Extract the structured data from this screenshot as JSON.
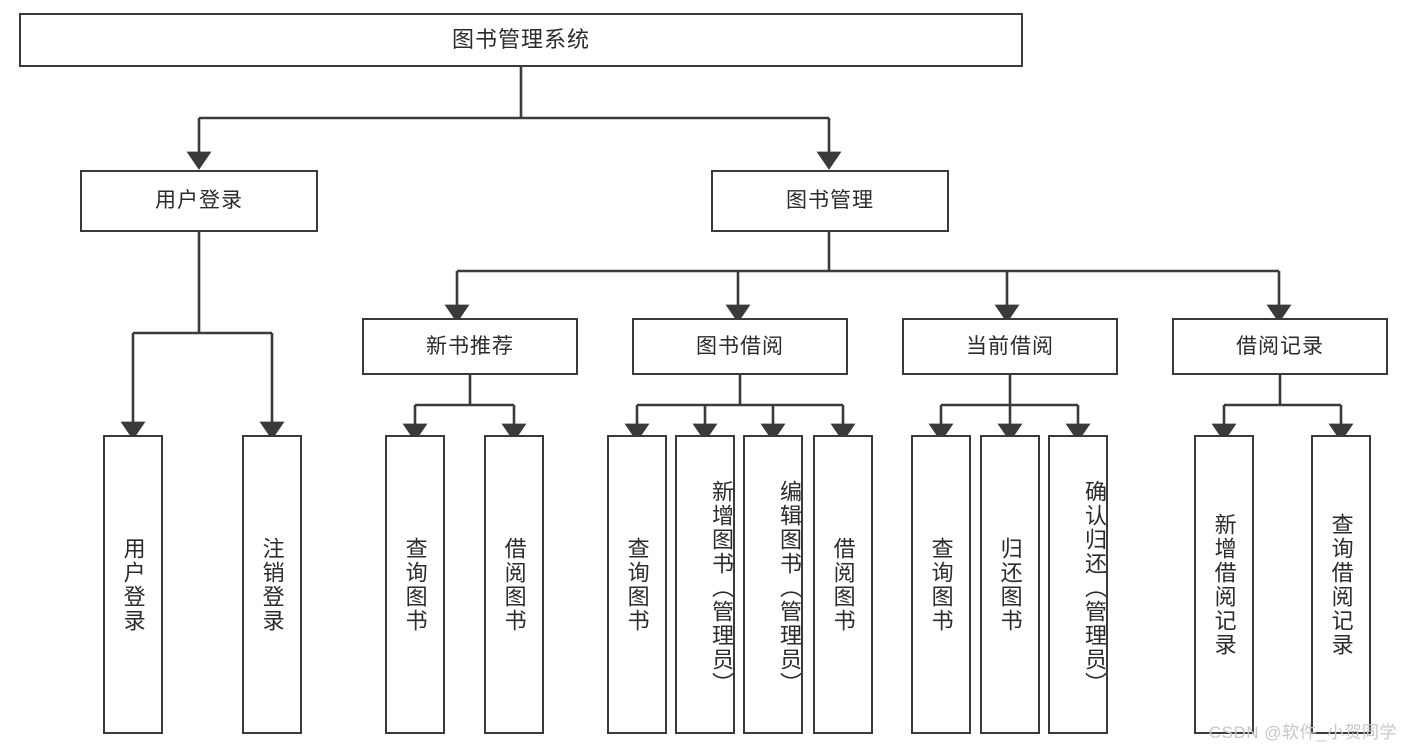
{
  "diagram": {
    "title": "图书管理系统",
    "type": "hierarchy-tree",
    "root": {
      "label": "图书管理系统"
    },
    "level2": [
      {
        "label": "用户登录"
      },
      {
        "label": "图书管理"
      }
    ],
    "level3": [
      {
        "label": "新书推荐"
      },
      {
        "label": "图书借阅"
      },
      {
        "label": "当前借阅"
      },
      {
        "label": "借阅记录"
      }
    ],
    "leaves": {
      "user_login": [
        {
          "label": "用户登录"
        },
        {
          "label": "注销登录"
        }
      ],
      "new_book_recommend": [
        {
          "label": "查询图书"
        },
        {
          "label": "借阅图书"
        }
      ],
      "book_borrow": [
        {
          "label": "查询图书"
        },
        {
          "label": "新增图书（管理员）"
        },
        {
          "label": "编辑图书（管理员）"
        },
        {
          "label": "借阅图书"
        }
      ],
      "current_borrow": [
        {
          "label": "查询图书"
        },
        {
          "label": "归还图书"
        },
        {
          "label": "确认归还（管理员）"
        }
      ],
      "borrow_record": [
        {
          "label": "新增借阅记录"
        },
        {
          "label": "查询借阅记录"
        }
      ]
    }
  },
  "watermark": {
    "text": "CSDN @软件_小贺同学"
  },
  "colors": {
    "stroke": "#3a3a3a",
    "text": "#2b2b2b",
    "background": "#ffffff",
    "watermark": "#c7c7c7"
  }
}
